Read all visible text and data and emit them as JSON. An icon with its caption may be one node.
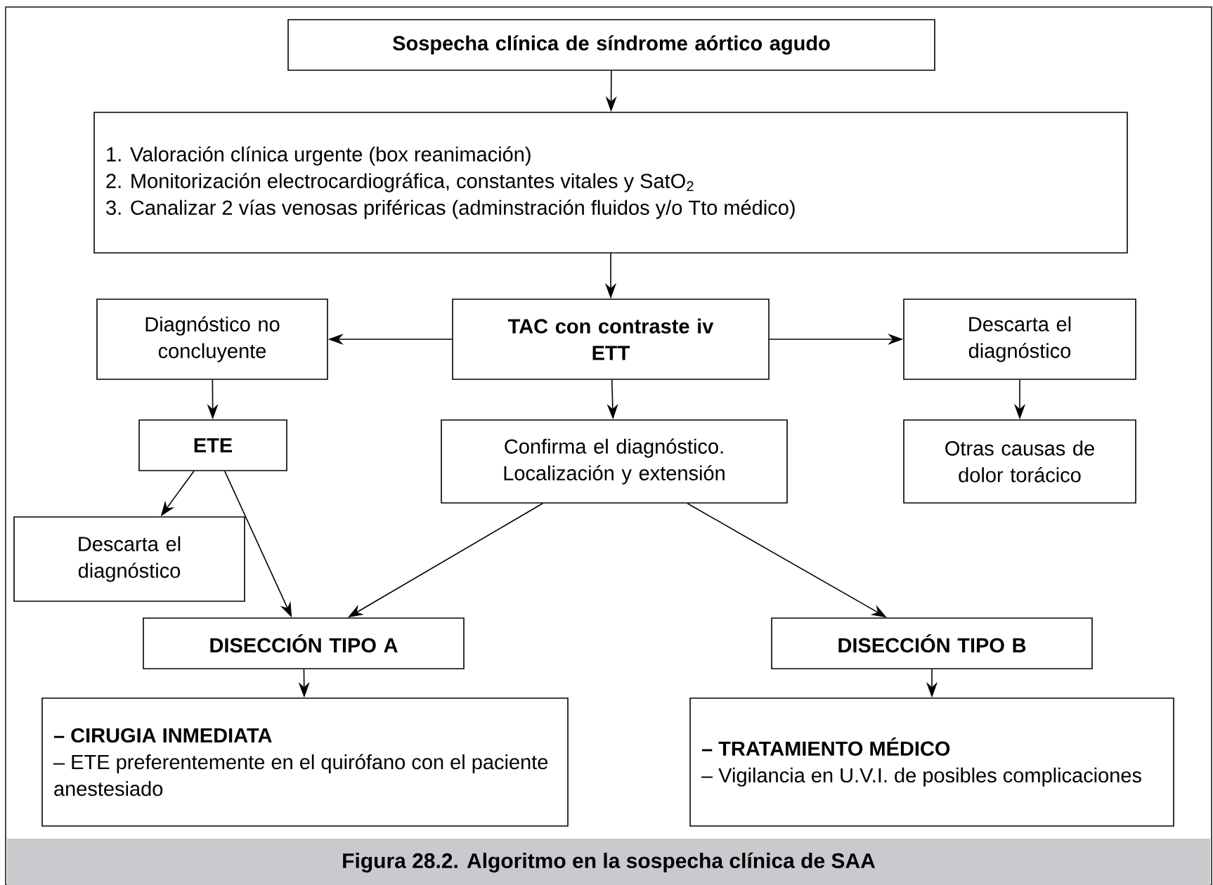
{
  "diagram": {
    "caption": "Figura 28.2. Algoritmo en la sospecha clínica de SAA",
    "nodes": [
      {
        "text": [
          "Sospecha clínica de síndrome aórtico agudo"
        ]
      },
      {
        "text": [
          "1. Valoración clínica urgente (box reanimación)",
          "2. Monitorización electrocardiográfica, constantes vitales y SatO$_{2}$",
          "3. Canalizar 2 vías venosas priféricas (adminstración fluidos y/o Tto médico)"
        ]
      },
      {
        "text": [
          "Diagnóstico no concluyente"
        ]
      },
      {
        "text": [
          "TAC con contraste iv",
          "ETT"
        ]
      },
      {
        "text": [
          "Descarta el diagnóstico"
        ]
      },
      {
        "text": [
          "ETE"
        ]
      },
      {
        "text": [
          "Confirma el diagnóstico. Localización y extensión"
        ]
      },
      {
        "text": [
          "Otras causas de dolor torácico"
        ]
      },
      {
        "text": [
          "Descarta el diagnóstico"
        ]
      },
      {
        "text": [
          "DISECCIÓN TIPO A"
        ]
      },
      {
        "text": [
          "DISECCIÓN TIPO B"
        ]
      },
      {
        "text": [
          "– CIRUGIA INMEDIATA",
          "– ETE preferentemente en el quirófano con el paciente anestesiado"
        ]
      },
      {
        "text": [
          "– TRATAMIENTO MÉDICO",
          "– Vigilancia en U.V.I. de posibles complicaciones"
        ]
      }
    ],
    "edges": [
      {
        "from": 0,
        "to": 1,
        "arrow": "to"
      },
      {
        "from": 1,
        "to": 3,
        "arrow": "to"
      },
      {
        "from": 3,
        "to": 2,
        "arrow": "to"
      },
      {
        "from": 3,
        "to": 4,
        "arrow": "to"
      },
      {
        "from": 3,
        "to": 6,
        "arrow": "to"
      },
      {
        "from": 2,
        "to": 5,
        "arrow": "to"
      },
      {
        "from": 4,
        "to": 7,
        "arrow": "to"
      },
      {
        "from": 5,
        "to": 8,
        "arrow": "to"
      },
      {
        "from": 5,
        "to": 9,
        "arrow": "to"
      },
      {
        "from": 6,
        "to": 9,
        "arrow": "to"
      },
      {
        "from": 6,
        "to": 10,
        "arrow": "to"
      },
      {
        "from": 9,
        "to": 11,
        "arrow": "to"
      },
      {
        "from": 10,
        "to": 12,
        "arrow": "to"
      }
    ]
  }
}
